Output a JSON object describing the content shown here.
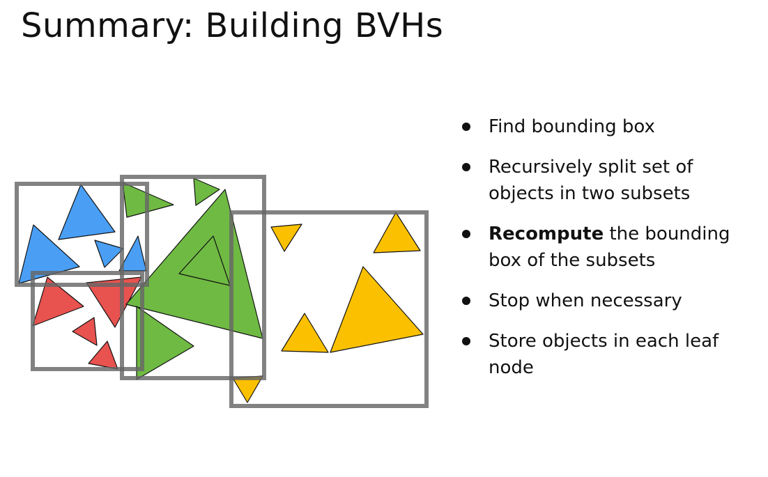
{
  "slide": {
    "title": "Summary: Building BVHs"
  },
  "bullets": [
    {
      "text": "Find bounding box"
    },
    {
      "text": "Recursively split set of objects in two subsets"
    },
    {
      "bold": "Recompute",
      "text": " the bounding box of the subsets"
    },
    {
      "text": "Stop when necessary"
    },
    {
      "text": "Store objects in each leaf node"
    }
  ],
  "colors": {
    "blue": "#4a9ff5",
    "red": "#e8524f",
    "green": "#6fba43",
    "yellow": "#fbc100",
    "box": "#666666"
  }
}
